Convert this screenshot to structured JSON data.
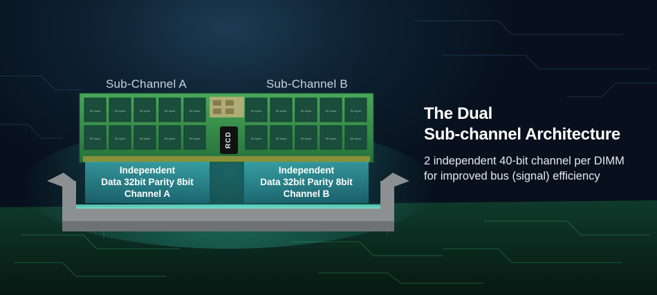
{
  "diagram": {
    "sub_channel_a": "Sub-Channel A",
    "sub_channel_b": "Sub-Channel B",
    "rcd_label": "RCD",
    "chip_label": "SK hynix",
    "box_a": {
      "line1": "Independent",
      "line2": "Data 32bit Parity 8bit",
      "line3": "Channel A"
    },
    "box_b": {
      "line1": "Independent",
      "line2": "Data 32bit Parity 8bit",
      "line3": "Channel B"
    }
  },
  "heading": {
    "line1": "The Dual",
    "line2": "Sub-channel Architecture"
  },
  "description": {
    "line1": "2 independent 40-bit channel per DIMM",
    "line2": "for improved bus (signal) efficiency"
  },
  "colors": {
    "background": "#07101c",
    "pcb": "#2f8a43",
    "chip": "#1b4d3c",
    "highlight": "#5fd1c8",
    "slot": "#8c9092"
  }
}
